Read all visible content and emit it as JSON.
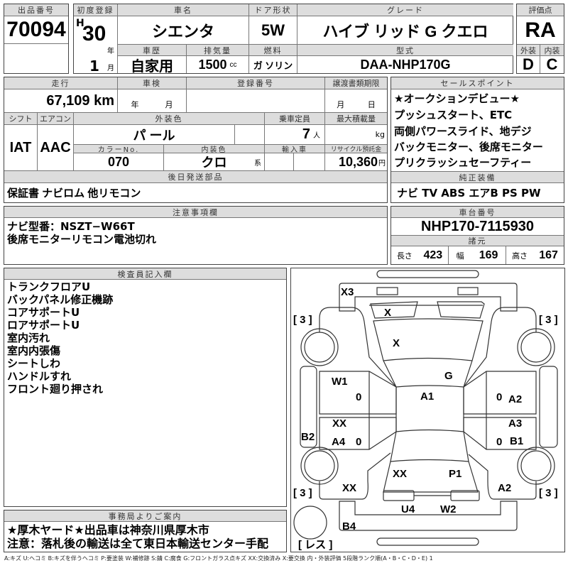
{
  "lot": {
    "label": "出品番号",
    "value": "70094"
  },
  "first_reg": {
    "label": "初度登録",
    "era": "H",
    "year": "30",
    "year_unit": "年",
    "month": "1",
    "month_unit": "月"
  },
  "car_name": {
    "label": "車名",
    "value": "シエンタ"
  },
  "door": {
    "label": "ドア形状",
    "value": "5W"
  },
  "grade": {
    "label": "グレード",
    "value": "ハイブ リッド G クエロ"
  },
  "history": {
    "label": "車歴",
    "value": "自家用"
  },
  "displacement": {
    "label": "排気量",
    "value": "1500",
    "unit": "cc"
  },
  "fuel": {
    "label": "燃料",
    "value": "ガ ソリン"
  },
  "model": {
    "label": "型式",
    "value": "DAA-NHP170G"
  },
  "score": {
    "label": "評価点",
    "value": "RA",
    "ext_label": "外装",
    "int_label": "内装",
    "ext": "D",
    "int": "C"
  },
  "mileage": {
    "label": "走行",
    "value": "67,109 km"
  },
  "inspection": {
    "label": "車検",
    "year_unit": "年",
    "month_unit": "月"
  },
  "reg_no": {
    "label": "登録番号"
  },
  "doc_deadline": {
    "label": "譲渡書類期限",
    "month_unit": "月",
    "day_unit": "日"
  },
  "shift": {
    "label": "シフト",
    "value": "IAT"
  },
  "ac": {
    "label": "エアコン",
    "value": "AAC"
  },
  "ext_color": {
    "label": "外装色",
    "value": "パ ール"
  },
  "capacity": {
    "label": "乗車定員",
    "value": "7",
    "unit": "人"
  },
  "max_load": {
    "label": "最大積載量",
    "unit": "kg"
  },
  "color_no": {
    "label": "カラーNo.",
    "value": "070"
  },
  "int_color": {
    "label": "内装色",
    "value": "クロ",
    "unit": "系"
  },
  "import": {
    "label": "輸入車"
  },
  "recycle": {
    "label": "リサイクル預託金",
    "value": "10,360",
    "unit": "円"
  },
  "parts_later": {
    "label": "後日発送部品",
    "value": "保証書 ナビロム 他リモコン"
  },
  "sales_points": {
    "label": "セールスポイント",
    "items": [
      "★オークションデビュー★",
      "プッシュスタート、ETC",
      "両側パワースライド、地デジ",
      "バックモニター、後席モニター",
      "プリクラッシュセーフティー"
    ]
  },
  "equipment": {
    "label": "純正装備",
    "value": "ナビ TV ABS エアB PS PW"
  },
  "notes": {
    "label": "注意事項欄",
    "lines": [
      "ナビ型番：NSZT−W66T",
      "後席モニターリモコン電池切れ"
    ]
  },
  "chassis": {
    "label": "車台番号",
    "value": "NHP170-7115930"
  },
  "specs": {
    "label": "諸元",
    "length_label": "長さ",
    "length": "423",
    "width_label": "幅",
    "width": "169",
    "height_label": "高さ",
    "height": "167"
  },
  "inspector": {
    "label": "検査員記入欄",
    "lines": [
      "トランクフロアU",
      "バックパネル修正機跡",
      "コアサポートU",
      "ロアサポートU",
      "室内汚れ",
      "室内内張傷",
      "シートしわ",
      "ハンドルすれ",
      "フロント廻り押され"
    ]
  },
  "office": {
    "label": "事務局よりご案内",
    "lines": [
      "★厚木ヤード★出品車は神奈川県厚木市",
      "注意：落札後の輸送は全て東日本輸送センター手配"
    ]
  },
  "diagram": {
    "marks": [
      "X3",
      "X",
      "X",
      "G",
      "W1",
      "A1",
      "A2",
      "XX",
      "A3",
      "B2",
      "A4",
      "B1",
      "XX",
      "P1",
      "XX",
      "A2",
      "U4",
      "W2",
      "B4"
    ],
    "tires": [
      "[ 3 ]",
      "[ 3 ]",
      "[ 3 ]",
      "[ 3 ]"
    ],
    "spare": "[ レス ]",
    "zeros": [
      "0",
      "0",
      "0",
      "0"
    ]
  },
  "legend": "A:キズ U:ヘコミ B:キズを伴うヘコミ P:要塗装 W:補修跡 S:錆 C:腐食 G:フロントガラス点キズ XX:交換済み X:要交換 内・外装評価 5段階ランク順(A・B・C・D・E) 1"
}
